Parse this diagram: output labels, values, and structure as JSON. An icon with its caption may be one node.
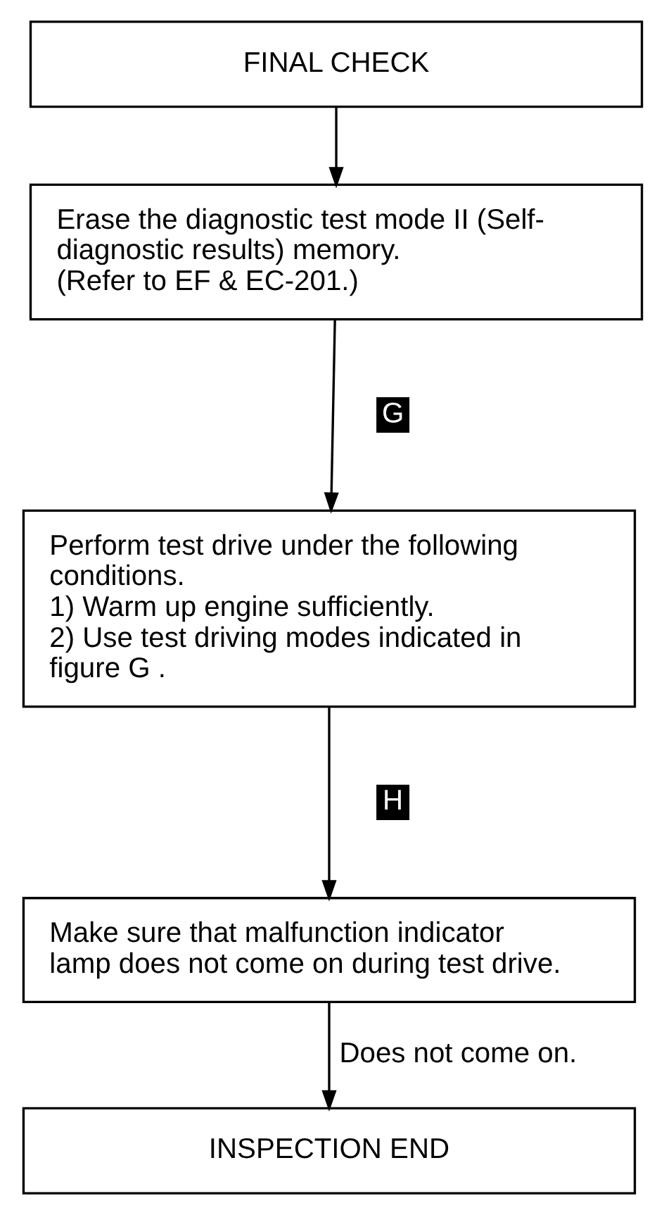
{
  "diagram": {
    "nodes": [
      {
        "text": [
          "FINAL CHECK"
        ]
      },
      {
        "text": [
          "Erase the diagnostic test mode II (Self-diagnostic results) memory.",
          "(Refer to EF & EC-201.)"
        ]
      },
      {
        "text": [
          "Perform test drive under the following conditions.",
          "1) Warm up engine sufficiently.",
          "2) Use test driving modes indicated in figure G ."
        ]
      },
      {
        "text": [
          "Make sure that malfunction indicator lamp does not come on during test drive."
        ]
      },
      {
        "text": [
          "INSPECTION END"
        ]
      }
    ],
    "edges": [
      {
        "from": 0,
        "to": 1,
        "arrow": "to"
      },
      {
        "from": 1,
        "to": 2,
        "arrow": "to"
      },
      {
        "from": 2,
        "to": 3,
        "arrow": "to"
      },
      {
        "from": 3,
        "to": 4,
        "arrow": "to",
        "label": "Does not come on."
      }
    ],
    "labels": [
      "G",
      "H"
    ]
  }
}
